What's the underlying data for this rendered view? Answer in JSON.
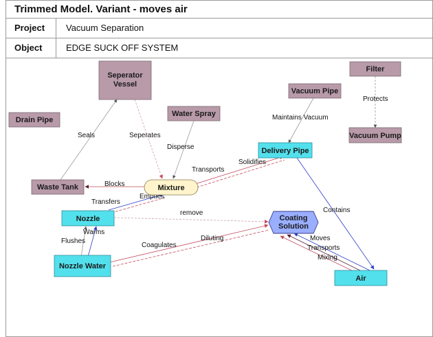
{
  "header": {
    "title": "Trimmed Model. Variant - moves air",
    "project_label": "Project",
    "project_value": "Vacuum Separation",
    "object_label": "Object",
    "object_value": "EDGE SUCK OFF SYSTEM"
  },
  "colors": {
    "component_fill": "#b89aa8",
    "target_fill": "#52e0ec",
    "solution_fill": "#9aaeff",
    "mixture_fill": "#fff4cc",
    "harmful_link": "#c24a5a",
    "useful_link": "#2a3cc8",
    "neutral_link": "#8a8a8a"
  },
  "nodes": {
    "separator_vessel": "Seperator\nVessel",
    "filter": "Filter",
    "vacuum_pipe": "Vacuum Pipe",
    "drain_pipe": "Drain Pipe",
    "water_spray": "Water Spray",
    "delivery_pipe": "Delivery Pipe",
    "vacuum_pump": "Vacuum Pump",
    "waste_tank": "Waste Tank",
    "mixture": "Mixture",
    "nozzle": "Nozzle",
    "coating_solution": "Coating\nSolution",
    "nozzle_water": "Nozzle Water",
    "air": "Air"
  },
  "edges": {
    "seals": "Seals",
    "seperates": "Seperates",
    "protects": "Protects",
    "maintains_vacuum": "Maintains Vacuum",
    "disperse": "Disperse",
    "transports_mix": "Transports",
    "solidifies": "Solidifies",
    "blocks": "Blocks",
    "empties": "Empties",
    "transfers": "Transfers",
    "remove": "remove",
    "contains": "Contains",
    "warms": "Warms",
    "flushes": "Flushes",
    "diluting": "Diluting",
    "coagulates": "Coagulates",
    "moves": "Moves",
    "transports_air": "Transports",
    "mixing": "Mixing"
  }
}
